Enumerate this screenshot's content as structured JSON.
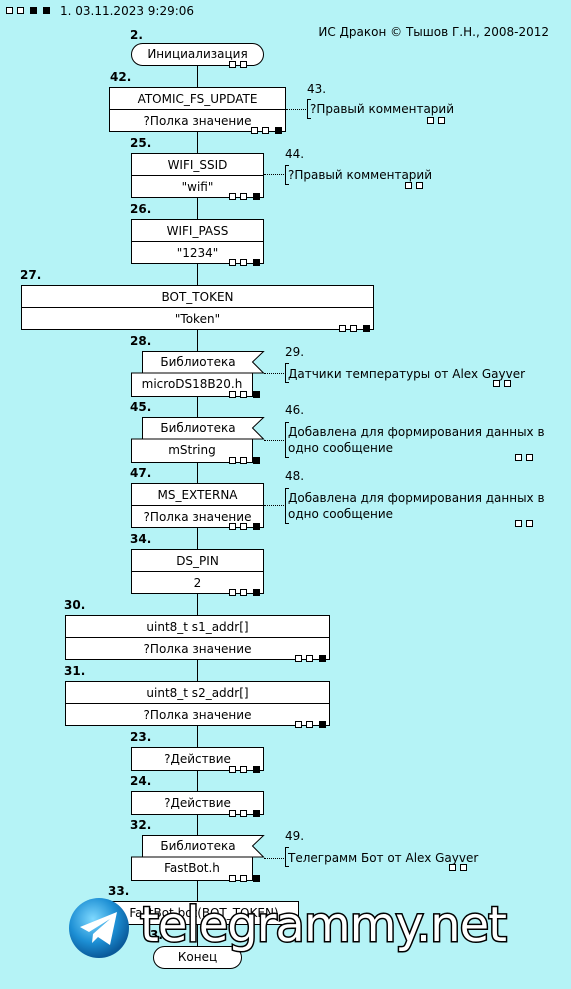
{
  "header": {
    "title": "1. 03.11.2023 9:29:06",
    "copyright": "ИС Дракон © Тышов Г.Н., 2008-2012"
  },
  "nodes": {
    "n2": {
      "num": "2.",
      "text": "Инициализация"
    },
    "n42": {
      "num": "42.",
      "name": "ATOMIC_FS_UPDATE",
      "value": "?Полка значение"
    },
    "n43": {
      "num": "43.",
      "text": "?Правый комментарий"
    },
    "n25": {
      "num": "25.",
      "name": "WIFI_SSID",
      "value": "\"wifi\""
    },
    "n44": {
      "num": "44.",
      "text": "?Правый комментарий"
    },
    "n26": {
      "num": "26.",
      "name": "WIFI_PASS",
      "value": "\"1234\""
    },
    "n27": {
      "num": "27.",
      "name": "BOT_TOKEN",
      "value": "\"Token\""
    },
    "n28": {
      "num": "28.",
      "name": "Библиотека",
      "value": "microDS18B20.h"
    },
    "n29": {
      "num": "29.",
      "text": "Датчики температуры от Alex Gayver"
    },
    "n45": {
      "num": "45.",
      "name": "Библиотека",
      "value": "mString"
    },
    "n46": {
      "num": "46.",
      "line1": "Добавлена для формирования данных в",
      "line2": "одно сообщение"
    },
    "n47": {
      "num": "47.",
      "name": "MS_EXTERNA",
      "value": "?Полка значение"
    },
    "n48": {
      "num": "48.",
      "line1": "Добавлена для формирования данных в",
      "line2": "одно сообщение"
    },
    "n34": {
      "num": "34.",
      "name": "DS_PIN",
      "value": "2"
    },
    "n30": {
      "num": "30.",
      "name": "uint8_t s1_addr[]",
      "value": "?Полка значение"
    },
    "n31": {
      "num": "31.",
      "name": "uint8_t s2_addr[]",
      "value": "?Полка значение"
    },
    "n23": {
      "num": "23.",
      "text": "?Действие"
    },
    "n24": {
      "num": "24.",
      "text": "?Действие"
    },
    "n32": {
      "num": "32.",
      "name": "Библиотека",
      "value": "FastBot.h"
    },
    "n49": {
      "num": "49.",
      "text": "Телеграмм Бот от Alex Gayver"
    },
    "n33": {
      "num": "33.",
      "text": "FastBot bot(BOT_TOKEN)"
    },
    "end": {
      "num": "3.",
      "text": "Конец"
    }
  },
  "watermark": {
    "text": "telegrammy.net"
  }
}
